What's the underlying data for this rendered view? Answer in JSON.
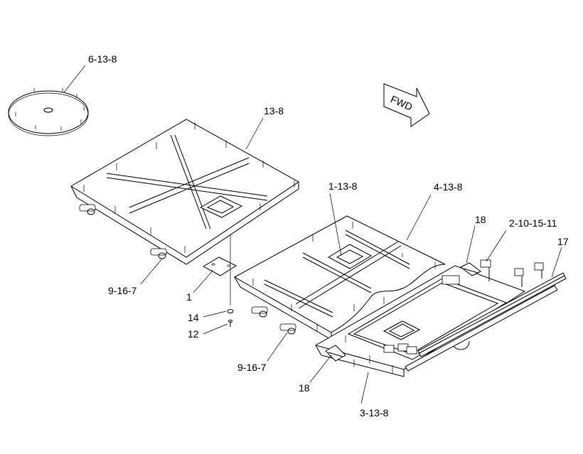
{
  "direction_arrow": {
    "label": "FWD"
  },
  "callouts": {
    "cover_disc": "6-13-8",
    "upper_panel": "13-8",
    "center_panel": "1-13-8",
    "floor_panel": "4-13-8",
    "bracket_right": "18",
    "fitting_assembly": "2-10-15-11",
    "rail": "17",
    "connector_upper": "9-16-7",
    "plate": "1",
    "washer": "14",
    "screw": "12",
    "connector_lower": "9-16-7",
    "bracket_left": "18",
    "rear_panel": "3-13-8"
  }
}
